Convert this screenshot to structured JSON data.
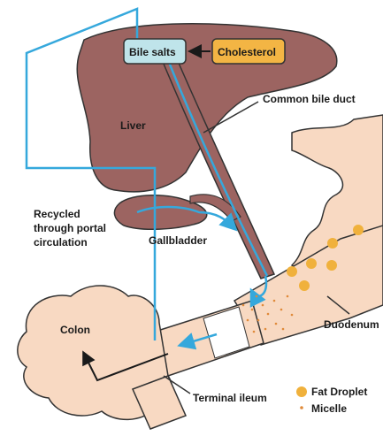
{
  "labels": {
    "bile_salts": "Bile salts",
    "cholesterol": "Cholesterol",
    "common_bile_duct": "Common bile duct",
    "liver": "Liver",
    "gallbladder": "Gallbladder",
    "recycled_line1": "Recycled",
    "recycled_line2": "through portal",
    "recycled_line3": "circulation",
    "duodenum": "Duodenum",
    "colon": "Colon",
    "terminal_ileum": "Terminal ileum"
  },
  "legend": {
    "fat_droplet": "Fat Droplet",
    "micelle": "Micelle"
  },
  "colors": {
    "liver": "#9c6461",
    "intestine": "#f8d9c2",
    "portal_line": "#35a8dc",
    "bile_salts_box": "#bfe4ea",
    "cholesterol_box": "#f3b544",
    "fat_droplet": "#f0b13c"
  }
}
